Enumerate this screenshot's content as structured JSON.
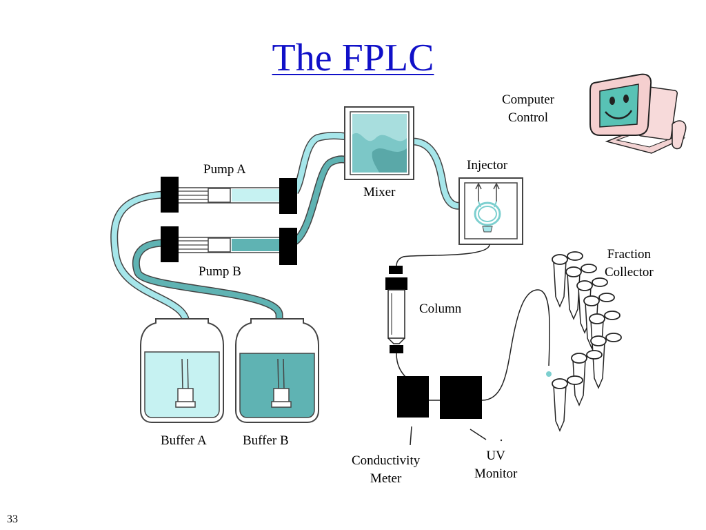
{
  "slide": {
    "title": "The FPLC",
    "page_number": "33"
  },
  "labels": {
    "computer_control": "Computer\nControl",
    "pump_a": "Pump A",
    "pump_b": "Pump B",
    "mixer": "Mixer",
    "injector": "Injector",
    "column": "Column",
    "fraction_collector": "Fraction\nCollector",
    "buffer_a": "Buffer A",
    "buffer_b": "Buffer B",
    "conductivity_meter": "Conductivity\nMeter",
    "uv_monitor": "UV\nMonitor"
  },
  "colors": {
    "title": "#1010c8",
    "buffer_a_fill": "#c6f2f2",
    "buffer_b_fill": "#5fb3b3",
    "tubing_light": "#a6e6ea",
    "tubing_dark": "#5fb3b3",
    "block": "#000000"
  }
}
